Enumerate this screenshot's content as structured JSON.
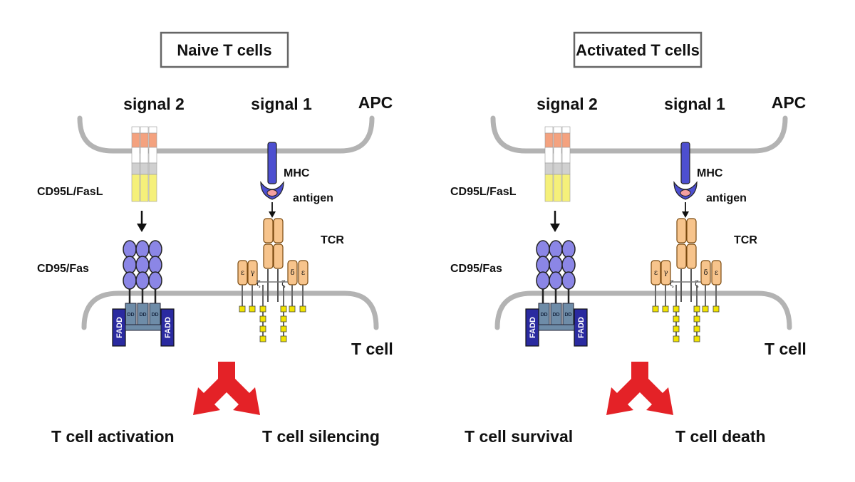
{
  "colors": {
    "membrane": "#b3b3b3",
    "ligand_orange": "#f4a27f",
    "ligand_yellow": "#f5f07a",
    "fas_purple": "#8b86e6",
    "mhc_blue": "#4d4fd0",
    "tcr_orange": "#f7c48c",
    "dd_blue": "#6e8ca8",
    "fadd_blue": "#2a2aa0",
    "itam_yellow": "#f1e400",
    "arrow_red": "#e42227"
  },
  "panels": [
    {
      "title": "Naive T cells",
      "signal2": "signal 2",
      "signal1": "signal 1",
      "apc": "APC",
      "mhc": "MHC",
      "antigen": "antigen",
      "ligand": "CD95L/FasL",
      "receptor": "CD95/Fas",
      "tcr": "TCR",
      "tcell": "T cell",
      "outcome_left": "T cell activation",
      "outcome_right": "T cell silencing",
      "fadd": "FADD",
      "dd": "DD",
      "epsilon": "ε",
      "gamma": "γ",
      "delta": "δ",
      "zeta": "ζ"
    },
    {
      "title": "Activated T cells",
      "signal2": "signal 2",
      "signal1": "signal 1",
      "apc": "APC",
      "mhc": "MHC",
      "antigen": "antigen",
      "ligand": "CD95L/FasL",
      "receptor": "CD95/Fas",
      "tcr": "TCR",
      "tcell": "T cell",
      "outcome_left": "T cell survival",
      "outcome_right": "T cell death",
      "fadd": "FADD",
      "dd": "DD",
      "epsilon": "ε",
      "gamma": "γ",
      "delta": "δ",
      "zeta": "ζ"
    }
  ]
}
